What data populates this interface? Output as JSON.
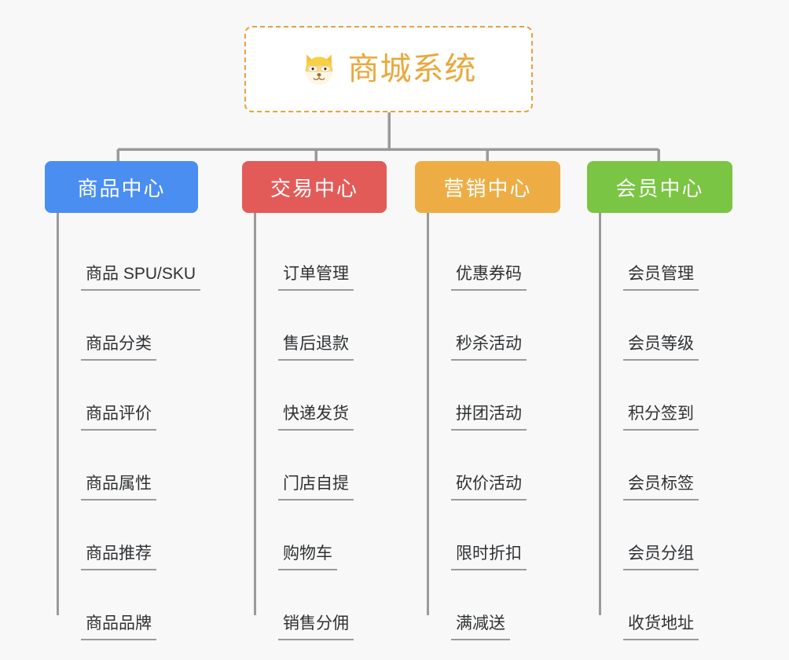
{
  "diagram": {
    "type": "mind-map",
    "background_color": "#f8f8f8",
    "root": {
      "label": "商城系统",
      "icon": "dog-face-emoji",
      "text_color": "#e9a83c",
      "border_color": "#e9a13b",
      "fill_color": "#ffffff",
      "border_style": "dashed"
    },
    "connector_color": "#9a9a9a",
    "branches": [
      {
        "label": "商品中心",
        "color": "#4a8ef1",
        "items": [
          "商品 SPU/SKU",
          "商品分类",
          "商品评价",
          "商品属性",
          "商品推荐",
          "商品品牌"
        ]
      },
      {
        "label": "交易中心",
        "color": "#e35b58",
        "items": [
          "订单管理",
          "售后退款",
          "快递发货",
          "门店自提",
          "购物车",
          "销售分佣"
        ]
      },
      {
        "label": "营销中心",
        "color": "#eead44",
        "items": [
          "优惠券码",
          "秒杀活动",
          "拼团活动",
          "砍价活动",
          "限时折扣",
          "满减送"
        ]
      },
      {
        "label": "会员中心",
        "color": "#7ac543",
        "items": [
          "会员管理",
          "会员等级",
          "积分签到",
          "会员标签",
          "会员分组",
          "收货地址"
        ]
      }
    ]
  }
}
